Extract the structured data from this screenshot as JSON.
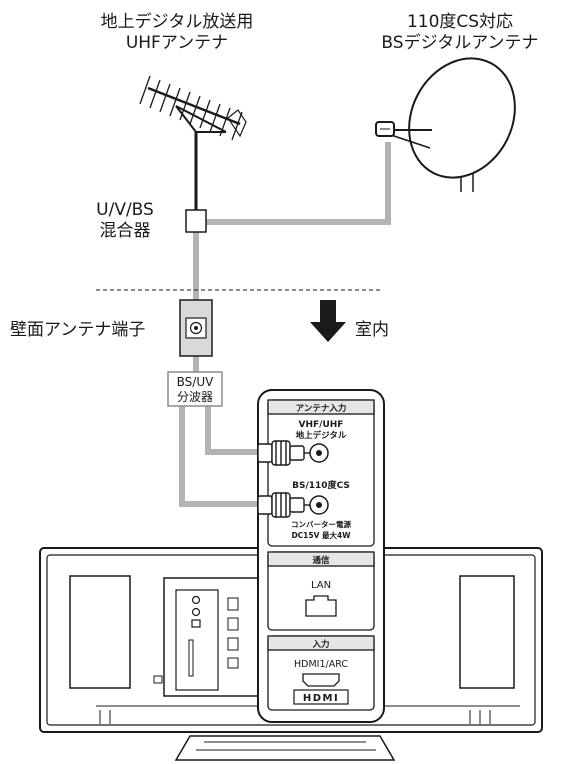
{
  "labels": {
    "uhf_antenna_line1": "地上デジタル放送用",
    "uhf_antenna_line2": "UHFアンテナ",
    "bs_antenna_line1": "110度CS対応",
    "bs_antenna_line2": "BSデジタルアンテナ",
    "mixer_line1": "U/V/BS",
    "mixer_line2": "混合器",
    "wall_terminal": "壁面アンテナ端子",
    "indoor": "室内",
    "splitter_line1": "BS/UV",
    "splitter_line2": "分波器"
  },
  "panel": {
    "antenna_header": "アンテナ入力",
    "vhf_uhf_line1": "VHF/UHF",
    "vhf_uhf_line2": "地上デジタル",
    "bs_line": "BS/110度CS",
    "converter_line1": "コンバーター電源",
    "converter_line2": "DC15V 最大4W",
    "comm_header": "通信",
    "lan": "LAN",
    "input_header": "入力",
    "hdmi_arc": "HDMI1/ARC",
    "hdmi_logo": "HDMI"
  },
  "colors": {
    "cable_gray": "#b3b3b3",
    "line_black": "#1a1a1a",
    "panel_fill": "#ffffff",
    "header_fill": "#e6e6e6"
  }
}
